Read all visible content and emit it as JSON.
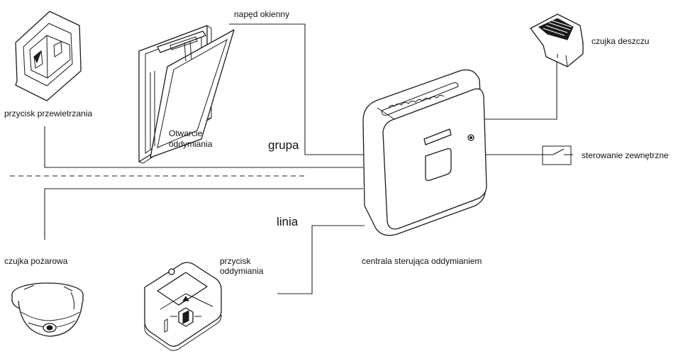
{
  "labels": {
    "naped_okienny": "napęd okienny",
    "czujka_deszczu": "czujka deszczu",
    "przycisk_przewietrzania": "przycisk przewietrzania",
    "otwarcie_line1": "Otwarcie",
    "otwarcie_line2": "oddymiania",
    "grupa": "grupa",
    "sterowanie_zewnetrzne": "sterowanie zewnętrzne",
    "linia": "linia",
    "czujka_pozarowa": "czujka pożarowa",
    "przycisk_oddymiania_line1": "przycisk",
    "przycisk_oddymiania_line2": "oddymiania",
    "centrala": "centrala sterująca oddymianiem"
  },
  "icons": {
    "ventilation_button": "ventilation-button-icon",
    "window": "window-actuator-icon",
    "rain_sensor": "rain-sensor-icon",
    "control_panel": "control-panel-icon",
    "switch": "switch-icon",
    "smoke_detector": "smoke-detector-icon",
    "smoke_button": "smoke-button-icon"
  }
}
